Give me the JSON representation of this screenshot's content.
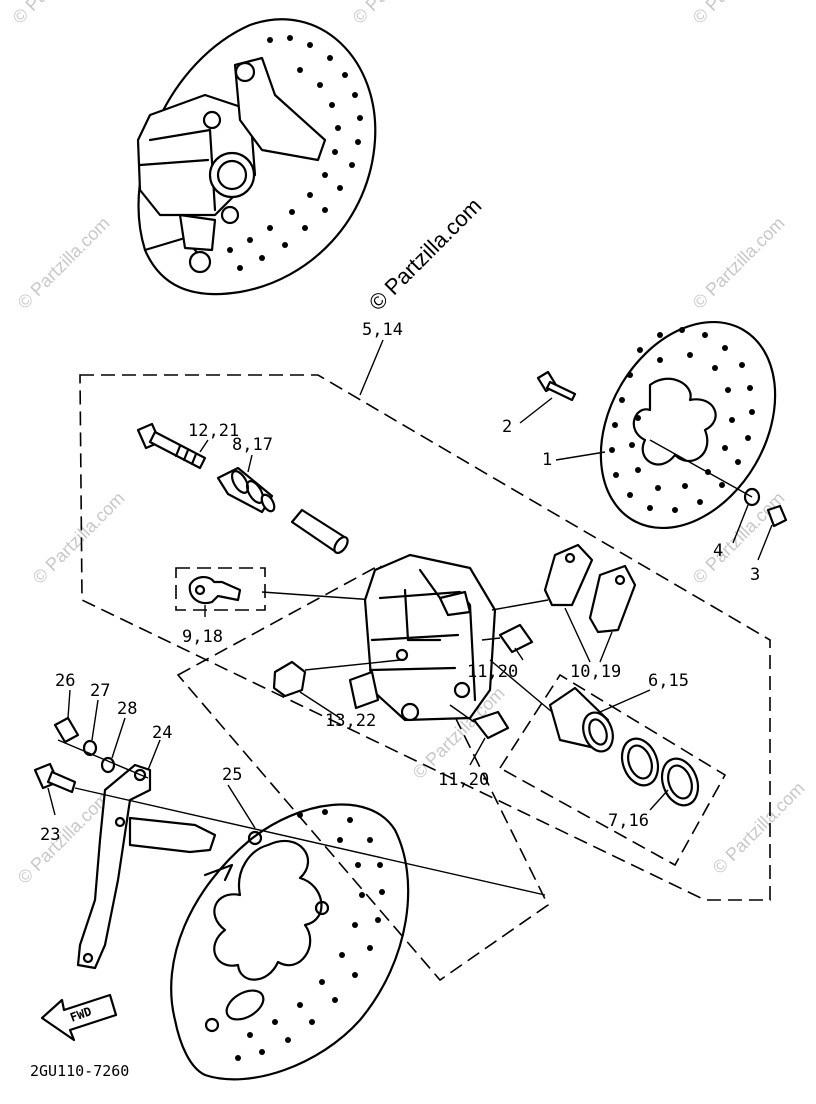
{
  "watermarks": {
    "center": "© Partzilla.com",
    "tile": "© Partzilla.com"
  },
  "callouts": {
    "c1": "1",
    "c2": "2",
    "c3": "3",
    "c4": "4",
    "c5_14": "5,14",
    "c6_15": "6,15",
    "c7_16": "7,16",
    "c8_17": "8,17",
    "c9_18": "9,18",
    "c10_19": "10,19",
    "c11_20_upper": "11,20",
    "c11_20_lower": "11,20",
    "c12_21": "12,21",
    "c13_22": "13,22",
    "c23": "23",
    "c24": "24",
    "c25": "25",
    "c26": "26",
    "c27": "27",
    "c28": "28"
  },
  "fwd_label": "FWD",
  "diagram_code": "2GU110-7260",
  "colors": {
    "ink": "#000000",
    "watermark": "#c8c8c8"
  }
}
